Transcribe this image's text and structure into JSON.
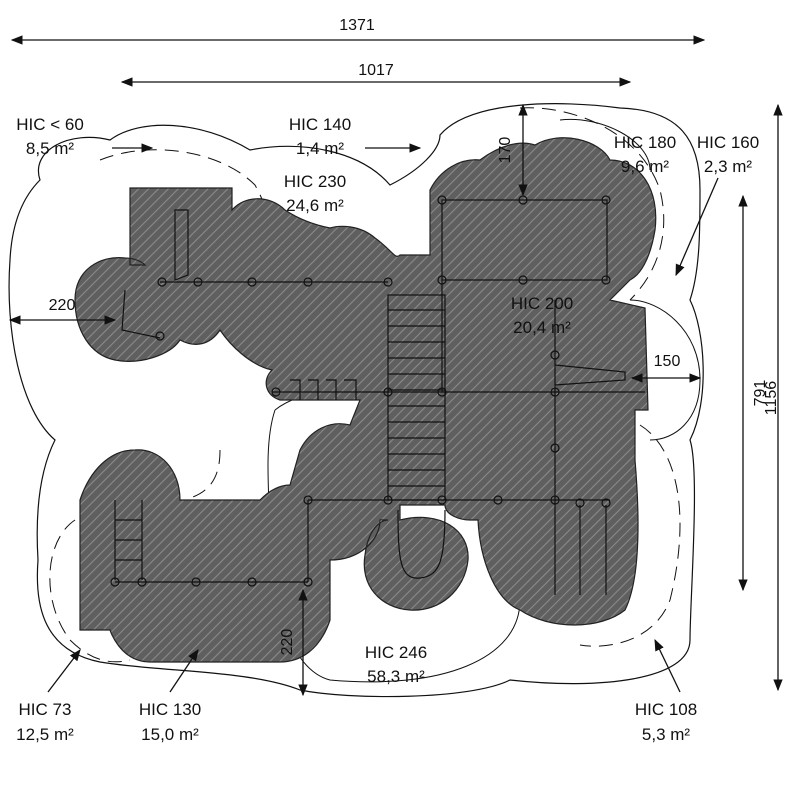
{
  "dimensions": {
    "overall_width": "1371",
    "inner_width": "1017",
    "overall_height": "1156",
    "inner_height": "791",
    "left_clearance": "220",
    "right_clearance": "150",
    "top_clearance": "170",
    "bottom_clearance": "220"
  },
  "zones": [
    {
      "hic": "HIC < 60",
      "area": "8,5 m²"
    },
    {
      "hic": "HIC 140",
      "area": "1,4 m²"
    },
    {
      "hic": "HIC 230",
      "area": "24,6 m²"
    },
    {
      "hic": "HIC 180",
      "area": "9,6 m²"
    },
    {
      "hic": "HIC 160",
      "area": "2,3 m²"
    },
    {
      "hic": "HIC 200",
      "area": "20,4 m²"
    },
    {
      "hic": "HIC 246",
      "area": "58,3 m²"
    },
    {
      "hic": "HIC 73",
      "area": "12,5 m²"
    },
    {
      "hic": "HIC 130",
      "area": "15,0 m²"
    },
    {
      "hic": "HIC 108",
      "area": "5,3 m²"
    }
  ],
  "colors": {
    "footprint_fill": "#5f5f5f",
    "hatch": "#8a8a8a",
    "line": "#111111",
    "background": "#ffffff"
  }
}
